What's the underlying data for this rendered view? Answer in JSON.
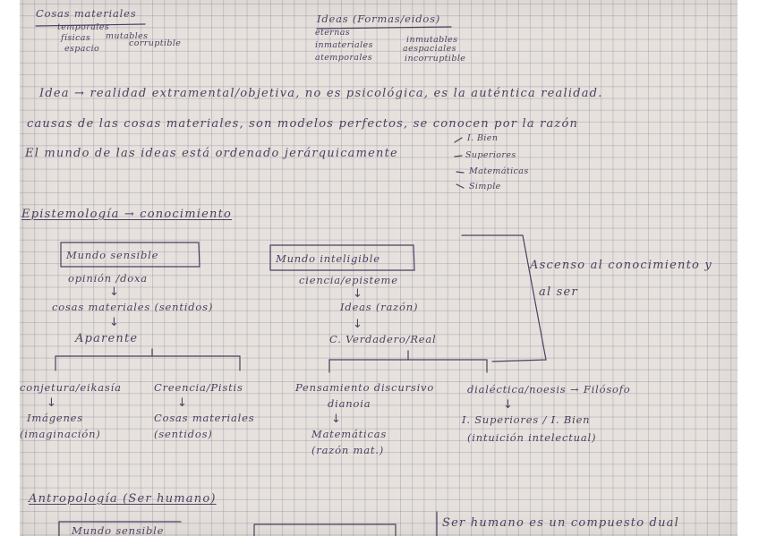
{
  "top_left": {
    "title": "Cosas materiales",
    "words": [
      "temporales",
      "mutables",
      "físicas",
      "corruptible",
      "espacio"
    ]
  },
  "top_right": {
    "title": "Ideas (Formas/eidos)",
    "words": [
      "eternas",
      "inmutables",
      "inmateriales",
      "aespaciales",
      "atemporales",
      "incorruptible"
    ]
  },
  "statements": {
    "idea": "Idea → realidad extramental/objetiva, no es psicológica, es la auténtica realidad.",
    "causas": "causas de las cosas materiales, son modelos perfectos, se conocen por la razón",
    "mundo": "El mundo de las ideas está ordenado jerárquicamente"
  },
  "hierarchy_list": [
    "I. Bien",
    "Superiores",
    "Matemáticas",
    "Simple"
  ],
  "section_epistemologia": "Epistemología → conocimiento",
  "sensible": {
    "title": "Mundo sensible",
    "line1": "opinión /doxa",
    "line2": "cosas materiales (sentidos)",
    "line3": "Aparente",
    "left_branch": "conjetura/eikasía",
    "left_sub": "Imágenes",
    "left_sub2": "(imaginación)",
    "right_branch": "Creencia/Pistis",
    "right_sub": "Cosas materiales",
    "right_sub2": "(sentidos)"
  },
  "inteligible": {
    "title": "Mundo inteligible",
    "line1": "ciencia/episteme",
    "line2": "Ideas (razón)",
    "line3": "C. Verdadero/Real",
    "left_branch": "Pensamiento discursivo",
    "left_branch2": "dianoia",
    "left_sub": "Matemáticas",
    "left_sub2": "(razón mat.)",
    "right_branch": "dialéctica/noesis → Filósofo",
    "right_sub": "I. Superiores / I. Bien",
    "right_sub2": "(intuición intelectual)"
  },
  "ascenso": {
    "line1": "Ascenso al conocimiento y",
    "line2": "al ser"
  },
  "section_antropologia": "Antropología (Ser humano)",
  "bottom_box_left": "Mundo sensible",
  "bottom_right_text": "Ser humano es un compuesto dual"
}
